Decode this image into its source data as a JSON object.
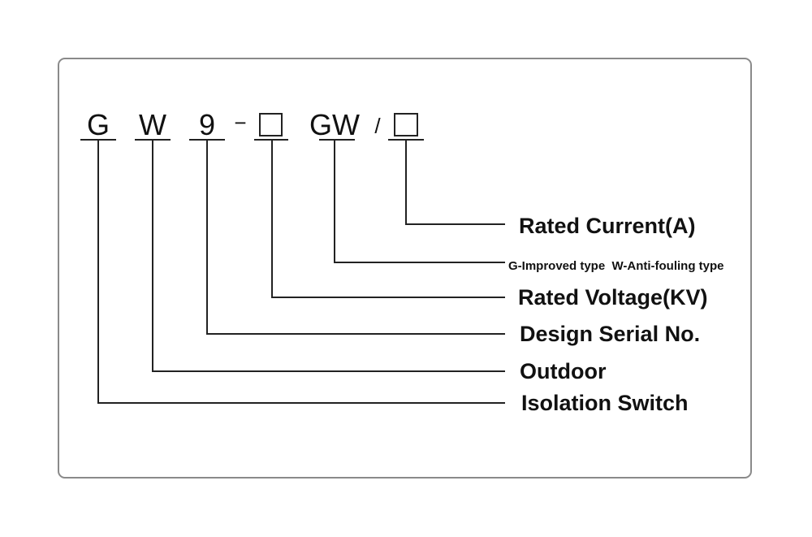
{
  "model_code": {
    "g": "G",
    "w": "W",
    "serial": "9",
    "dash": "−",
    "gw": "GW",
    "slash": "/"
  },
  "labels": {
    "rated_current": "Rated Current(A)",
    "type_note": "G-Improved type  W-Anti-fouling type",
    "rated_voltage": "Rated Voltage(KV)",
    "design_serial": "Design Serial No.",
    "outdoor": "Outdoor",
    "isolation_switch": "Isolation Switch"
  }
}
